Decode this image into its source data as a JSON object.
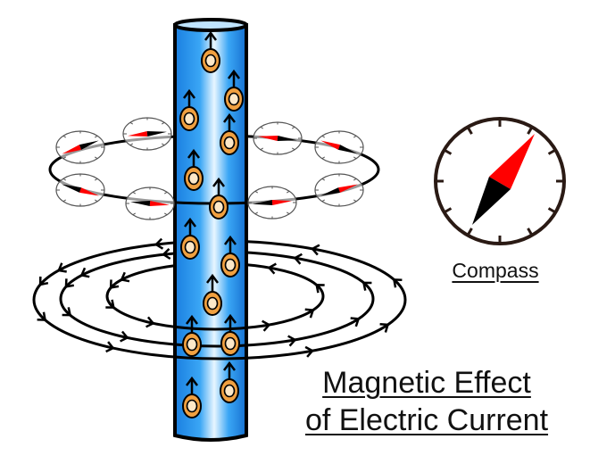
{
  "labels": {
    "compass": "Compass",
    "title_line1": "Magnetic Effect",
    "title_line2": "of Electric Current"
  },
  "colors": {
    "wire": "#1e90f0",
    "wire_highlight": "#e8f6ff",
    "electron": "#f0a040",
    "needle_north": "#ff0000",
    "needle_south": "#000000",
    "compass_ring": "#2a1a14"
  },
  "electron_count": 13,
  "ring_compass_count": 8,
  "field_line_count": 3,
  "current_direction": "up"
}
